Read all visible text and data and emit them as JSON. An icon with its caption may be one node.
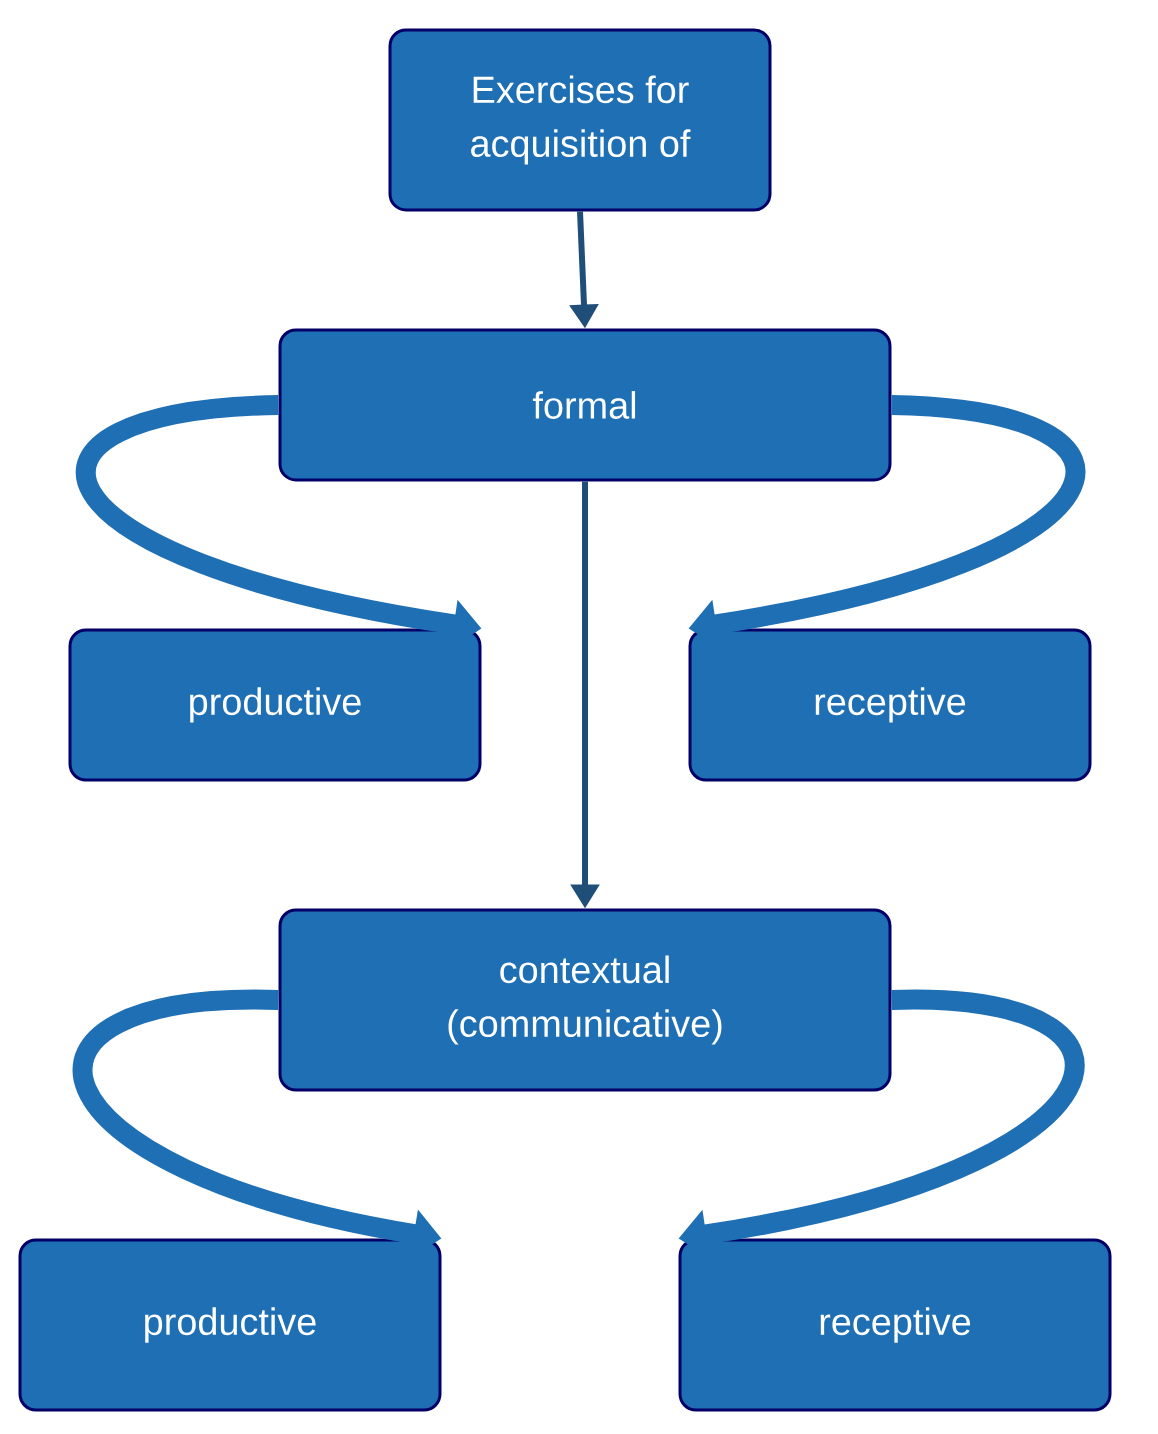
{
  "diagram": {
    "nodes": [
      {
        "text": [
          "Exercises for acquisition of"
        ]
      },
      {
        "text": [
          "formal"
        ]
      },
      {
        "text": [
          "productive"
        ]
      },
      {
        "text": [
          "receptive"
        ]
      },
      {
        "text": [
          "contextual (communicative)"
        ]
      },
      {
        "text": [
          "productive"
        ]
      },
      {
        "text": [
          "receptive"
        ]
      }
    ],
    "edges": [
      {
        "from": 0,
        "to": 1,
        "arrow": "to",
        "color": "#1f4e79"
      },
      {
        "from": 1,
        "to": 2,
        "arrow": "to"
      },
      {
        "from": 1,
        "to": 3,
        "arrow": "to"
      },
      {
        "from": 1,
        "to": 4,
        "arrow": "to",
        "color": "#1f4e79"
      },
      {
        "from": 4,
        "to": 5,
        "arrow": "to"
      },
      {
        "from": 4,
        "to": 6,
        "arrow": "to"
      }
    ]
  }
}
